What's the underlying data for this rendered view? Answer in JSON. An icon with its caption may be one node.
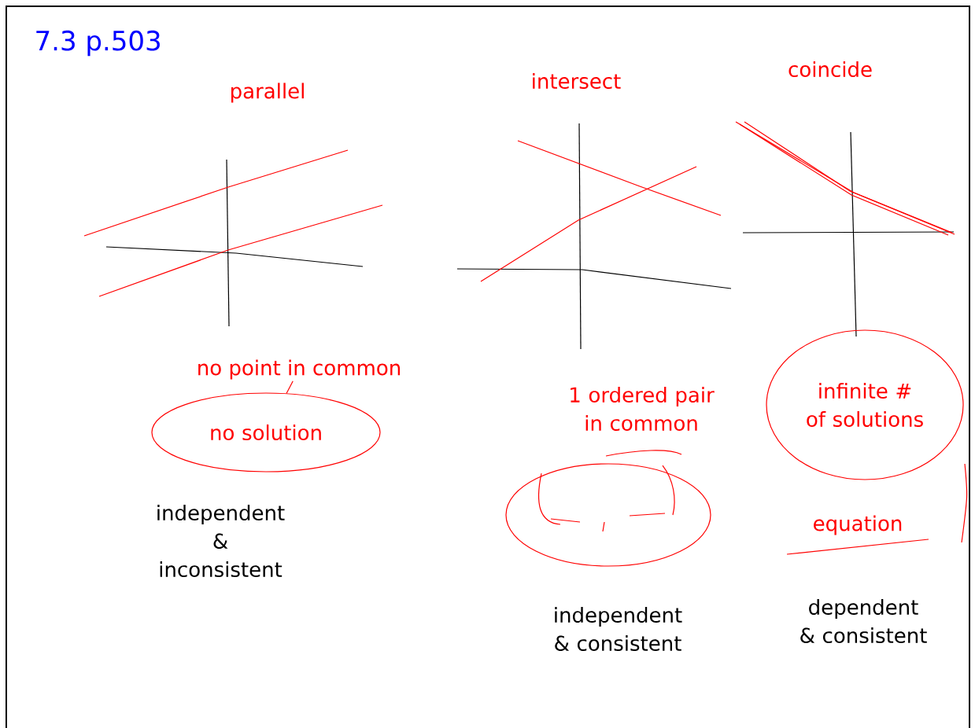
{
  "diagram": {
    "title": "7.3 p.503",
    "nodes": [
      {
        "text": [
          "no point in common"
        ]
      },
      {
        "text": [
          "no solution"
        ]
      },
      {
        "text": [],
        "shape": "circle"
      },
      {
        "text": [
          "infinite # of solutions"
        ]
      }
    ],
    "edges": [
      {
        "from": 0,
        "to": 1,
        "arrow": "none"
      }
    ],
    "labels": [
      "parallel",
      "intersect",
      "coincide",
      "1 ordered pair in common",
      "equation",
      "independent & inconsistent",
      "independent & consistent",
      "dependent & consistent"
    ]
  }
}
